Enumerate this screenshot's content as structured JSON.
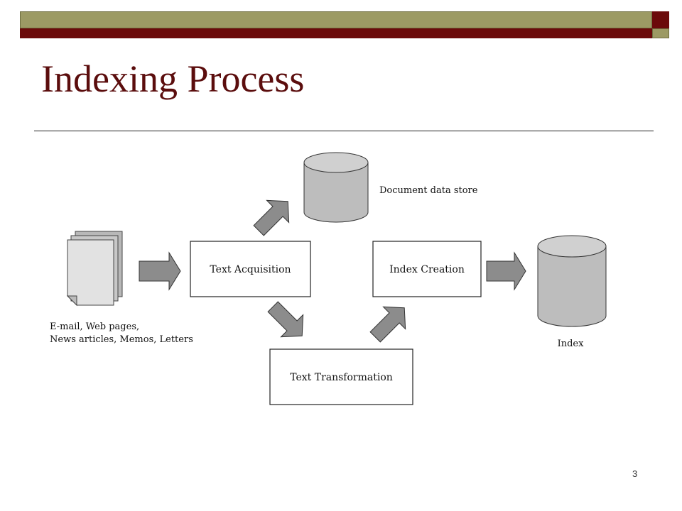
{
  "slide": {
    "title": "Indexing Process",
    "page_number": "3"
  },
  "diagram": {
    "sources_label_line1": "E-mail, Web pages,",
    "sources_label_line2": "News articles, Memos, Letters",
    "nodes": {
      "text_acquisition": "Text Acquisition",
      "text_transformation": "Text Transformation",
      "index_creation": "Index Creation"
    },
    "stores": {
      "document_data_store": "Document data store",
      "index": "Index"
    }
  },
  "colors": {
    "title": "#5b0d0d",
    "olive_bar": "#9c9a64",
    "maroon_bar": "#6b0a0a",
    "arrow_fill": "#8c8c8c",
    "cylinder_fill": "#bdbdbd"
  }
}
